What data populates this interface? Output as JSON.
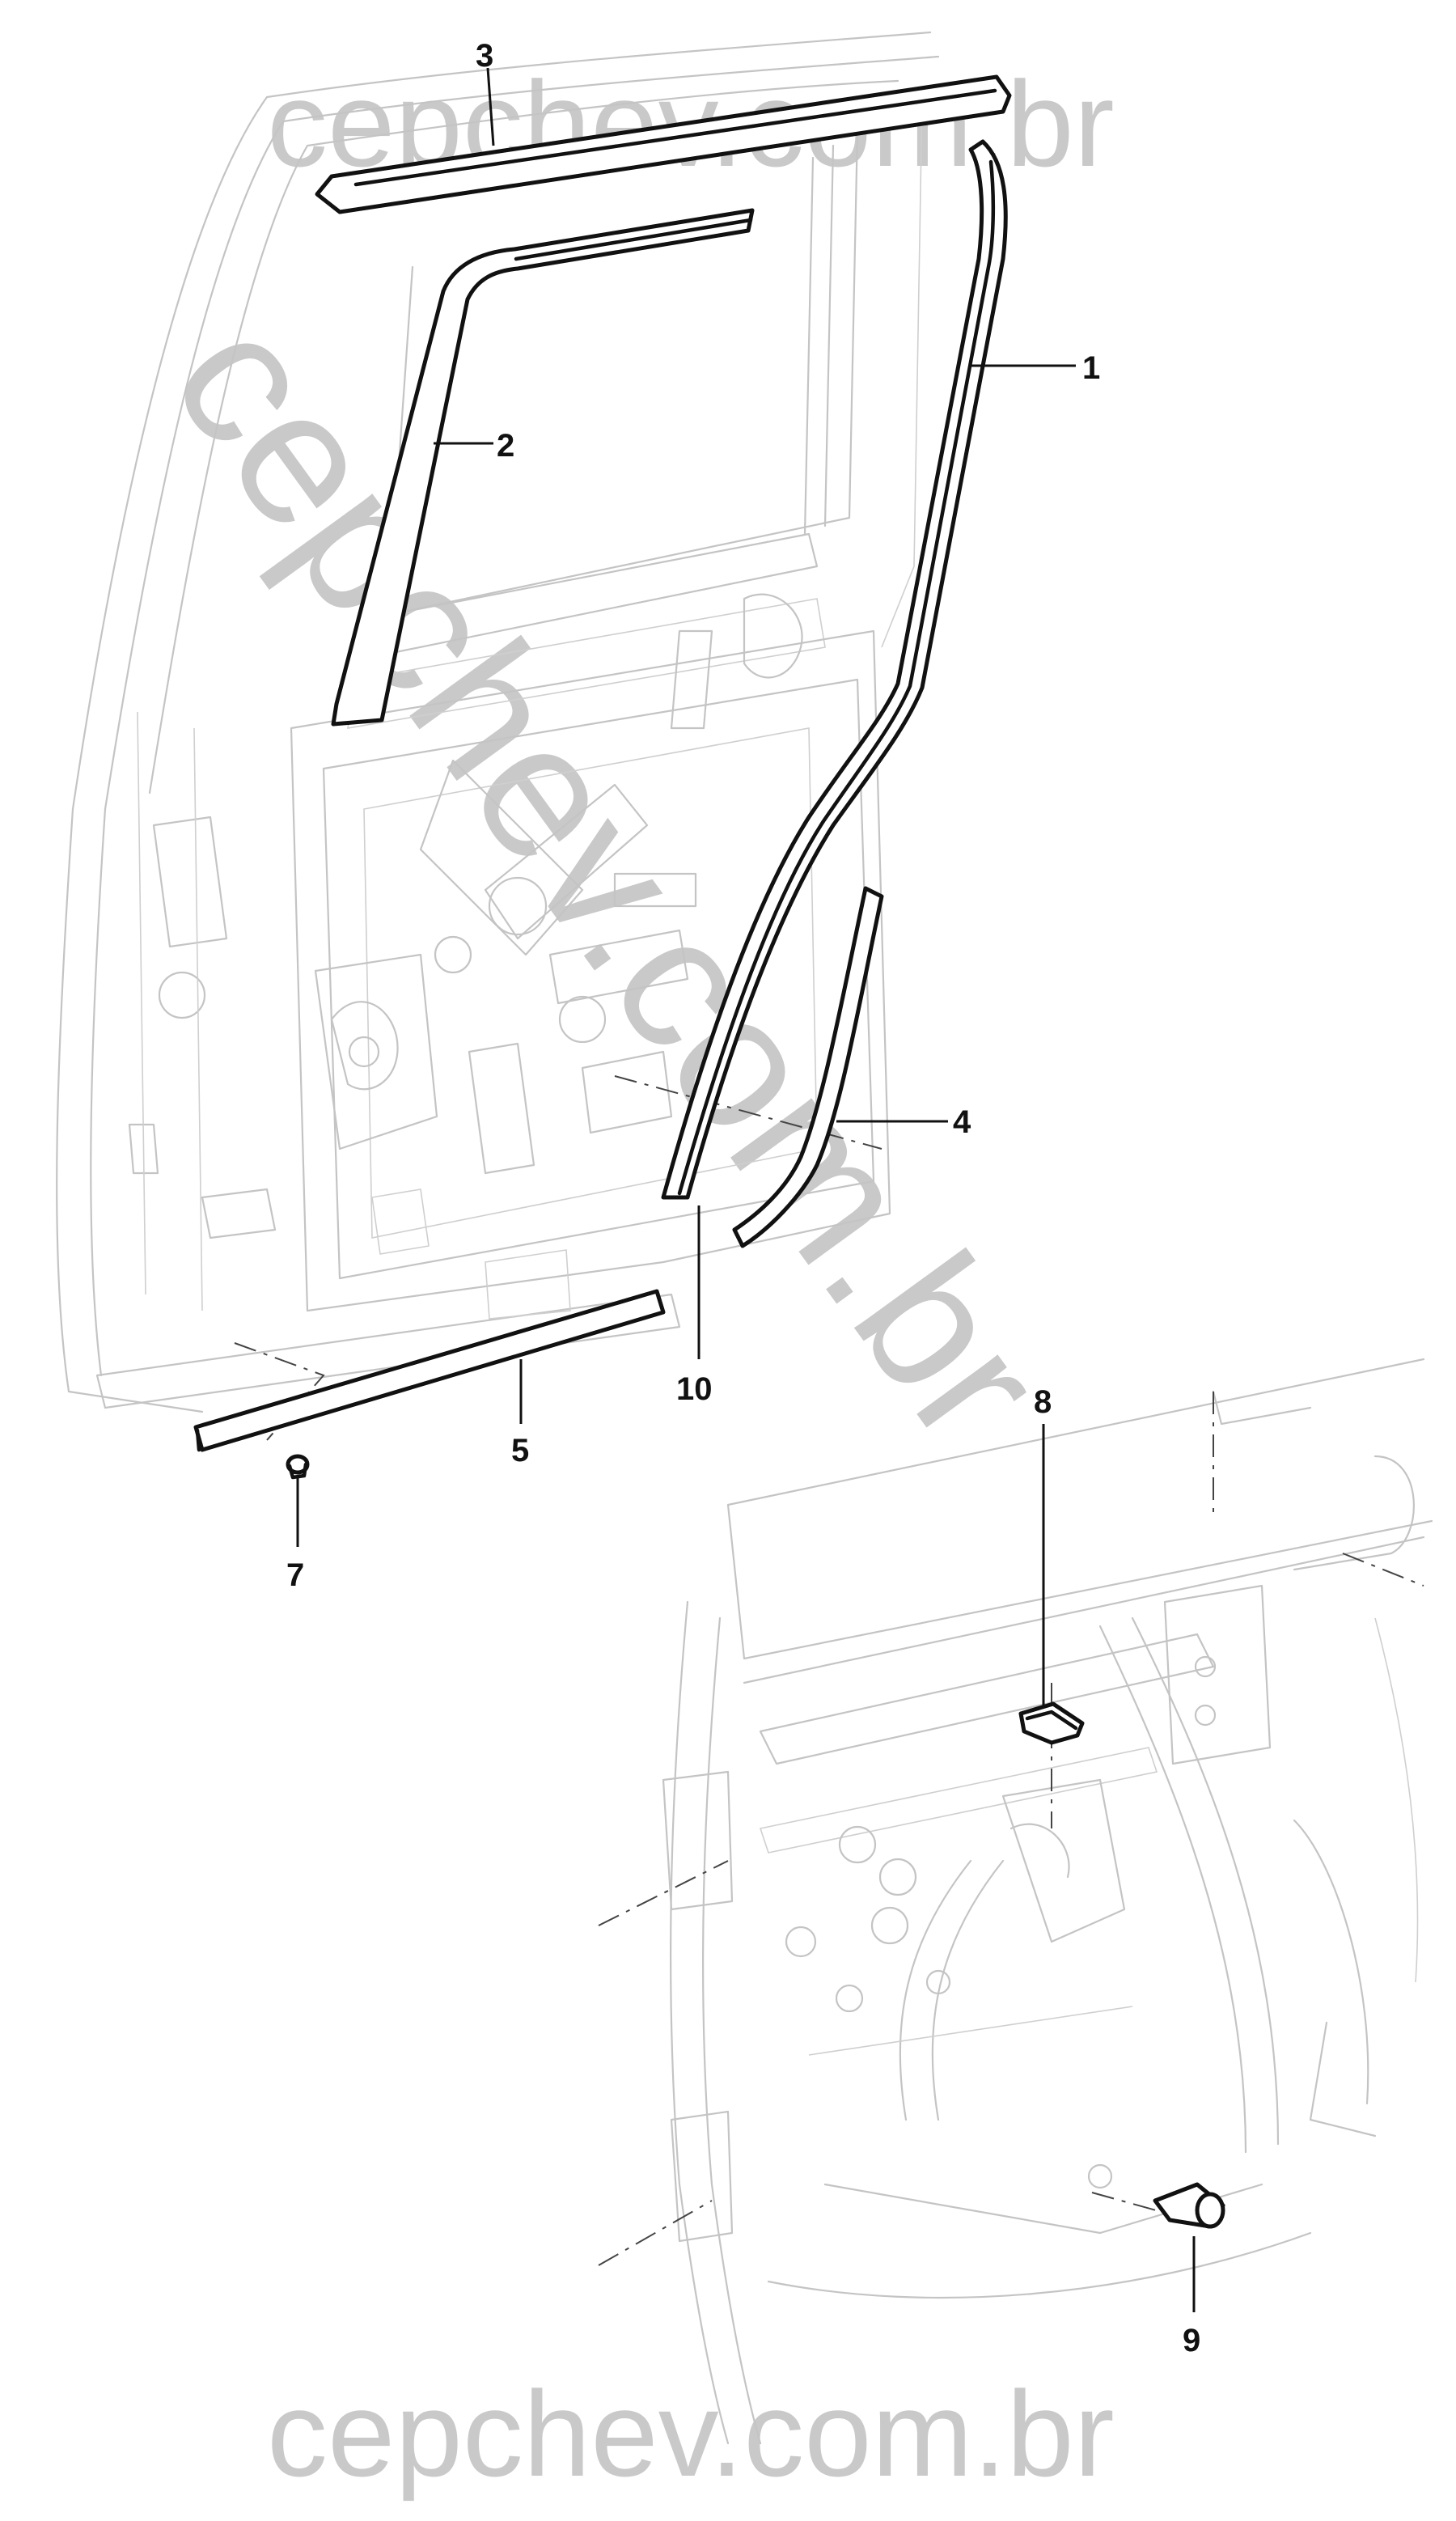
{
  "watermark": {
    "top": "cepchev.com.br",
    "diagonal": "cepchev.com.br",
    "bottom": "cepchev.com.br",
    "color": "#c9c9c9"
  },
  "callouts": [
    {
      "id": "3",
      "label": "3"
    },
    {
      "id": "1",
      "label": "1"
    },
    {
      "id": "2",
      "label": "2"
    },
    {
      "id": "4",
      "label": "4"
    },
    {
      "id": "10",
      "label": "10"
    },
    {
      "id": "5",
      "label": "5"
    },
    {
      "id": "7",
      "label": "7"
    },
    {
      "id": "8",
      "label": "8"
    },
    {
      "id": "9",
      "label": "9"
    }
  ]
}
